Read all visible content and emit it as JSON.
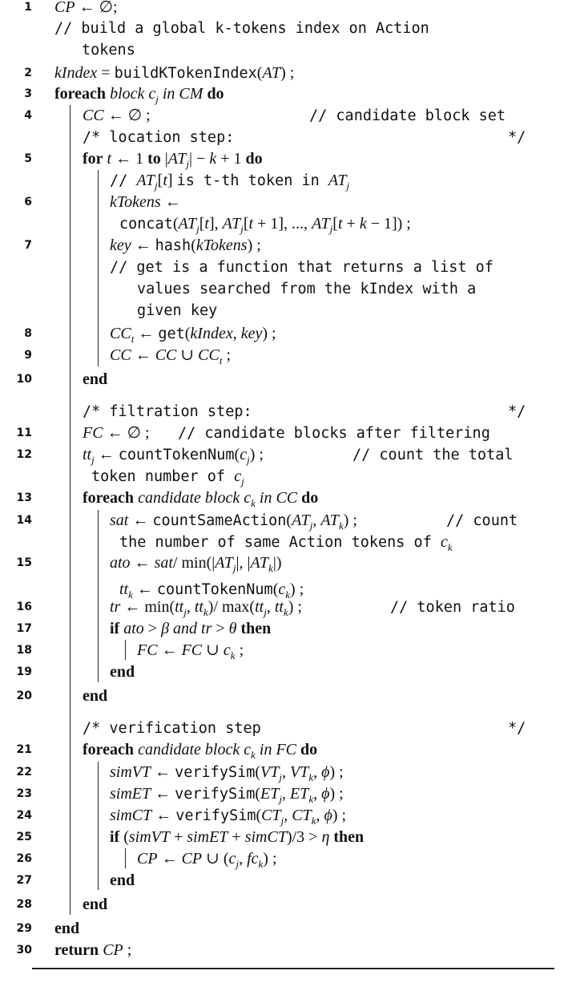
{
  "lines": [
    {
      "no": "1",
      "text": "CP ← ∅;"
    },
    {
      "no": "",
      "text": "// build a global k-tokens index on Action tokens"
    },
    {
      "no": "2",
      "text": "kIndex = buildKTokenIndex(AT) ;"
    },
    {
      "no": "3",
      "text": "foreach block c_j in CM do"
    },
    {
      "no": "4",
      "text": "CC ← ∅ ;",
      "comment": "// candidate block set"
    },
    {
      "no": "",
      "text": "/* location step:",
      "comment": "*/"
    },
    {
      "no": "5",
      "text": "for t ← 1 to |AT_j| − k + 1 do"
    },
    {
      "no": "",
      "text": "// AT_j[t] is t-th token in AT_j"
    },
    {
      "no": "6",
      "text": "kTokens ← concat(AT_j[t], AT_j[t + 1], ..., AT_j[t + k − 1]) ;"
    },
    {
      "no": "7",
      "text": "key ← hash(kTokens) ;"
    },
    {
      "no": "",
      "text": "// get is a function that returns a list of values searched from the kIndex with a given key"
    },
    {
      "no": "8",
      "text": "CC_t ← get(kIndex, key) ;"
    },
    {
      "no": "9",
      "text": "CC ← CC ∪ CC_t ;"
    },
    {
      "no": "10",
      "text": "end"
    },
    {
      "no": "",
      "text": "/* filtration step:",
      "comment": "*/"
    },
    {
      "no": "11",
      "text": "FC ← ∅ ;",
      "comment": "// candidate blocks after filtering"
    },
    {
      "no": "12",
      "text": "tt_j ← countTokenNum(c_j) ;",
      "comment": "// count the total token number of c_j"
    },
    {
      "no": "13",
      "text": "foreach candidate block c_k in CC do"
    },
    {
      "no": "14",
      "text": "sat ← countSameAction(AT_j, AT_k) ;",
      "comment": "// count the number of same Action tokens of c_k"
    },
    {
      "no": "15",
      "text": "ato ← sat/ min(|AT_j|, |AT_k|) tt_k ← countTokenNum(c_k) ;"
    },
    {
      "no": "16",
      "text": "tr ← min(tt_j, tt_k)/ max(tt_j, tt_k) ;",
      "comment": "// token ratio"
    },
    {
      "no": "17",
      "text": "if ato > β and tr > θ then"
    },
    {
      "no": "18",
      "text": "FC ← FC ∪ c_k ;"
    },
    {
      "no": "19",
      "text": "end"
    },
    {
      "no": "20",
      "text": "end"
    },
    {
      "no": "",
      "text": "/* verification step",
      "comment": "*/"
    },
    {
      "no": "21",
      "text": "foreach candidate block c_k in FC do"
    },
    {
      "no": "22",
      "text": "simVT ← verifySim(VT_j, VT_k, ϕ) ;"
    },
    {
      "no": "23",
      "text": "simET ← verifySim(ET_j, ET_k, ϕ) ;"
    },
    {
      "no": "24",
      "text": "simCT ← verifySim(CT_j, CT_k, ϕ) ;"
    },
    {
      "no": "25",
      "text": "if (simVT + simET + simCT)/3 > η then"
    },
    {
      "no": "26",
      "text": "CP ← CP ∪ (c_j, fc_k) ;"
    },
    {
      "no": "27",
      "text": "end"
    },
    {
      "no": "28",
      "text": "end"
    },
    {
      "no": "29",
      "text": "end"
    },
    {
      "no": "30",
      "text": "return CP ;"
    }
  ]
}
